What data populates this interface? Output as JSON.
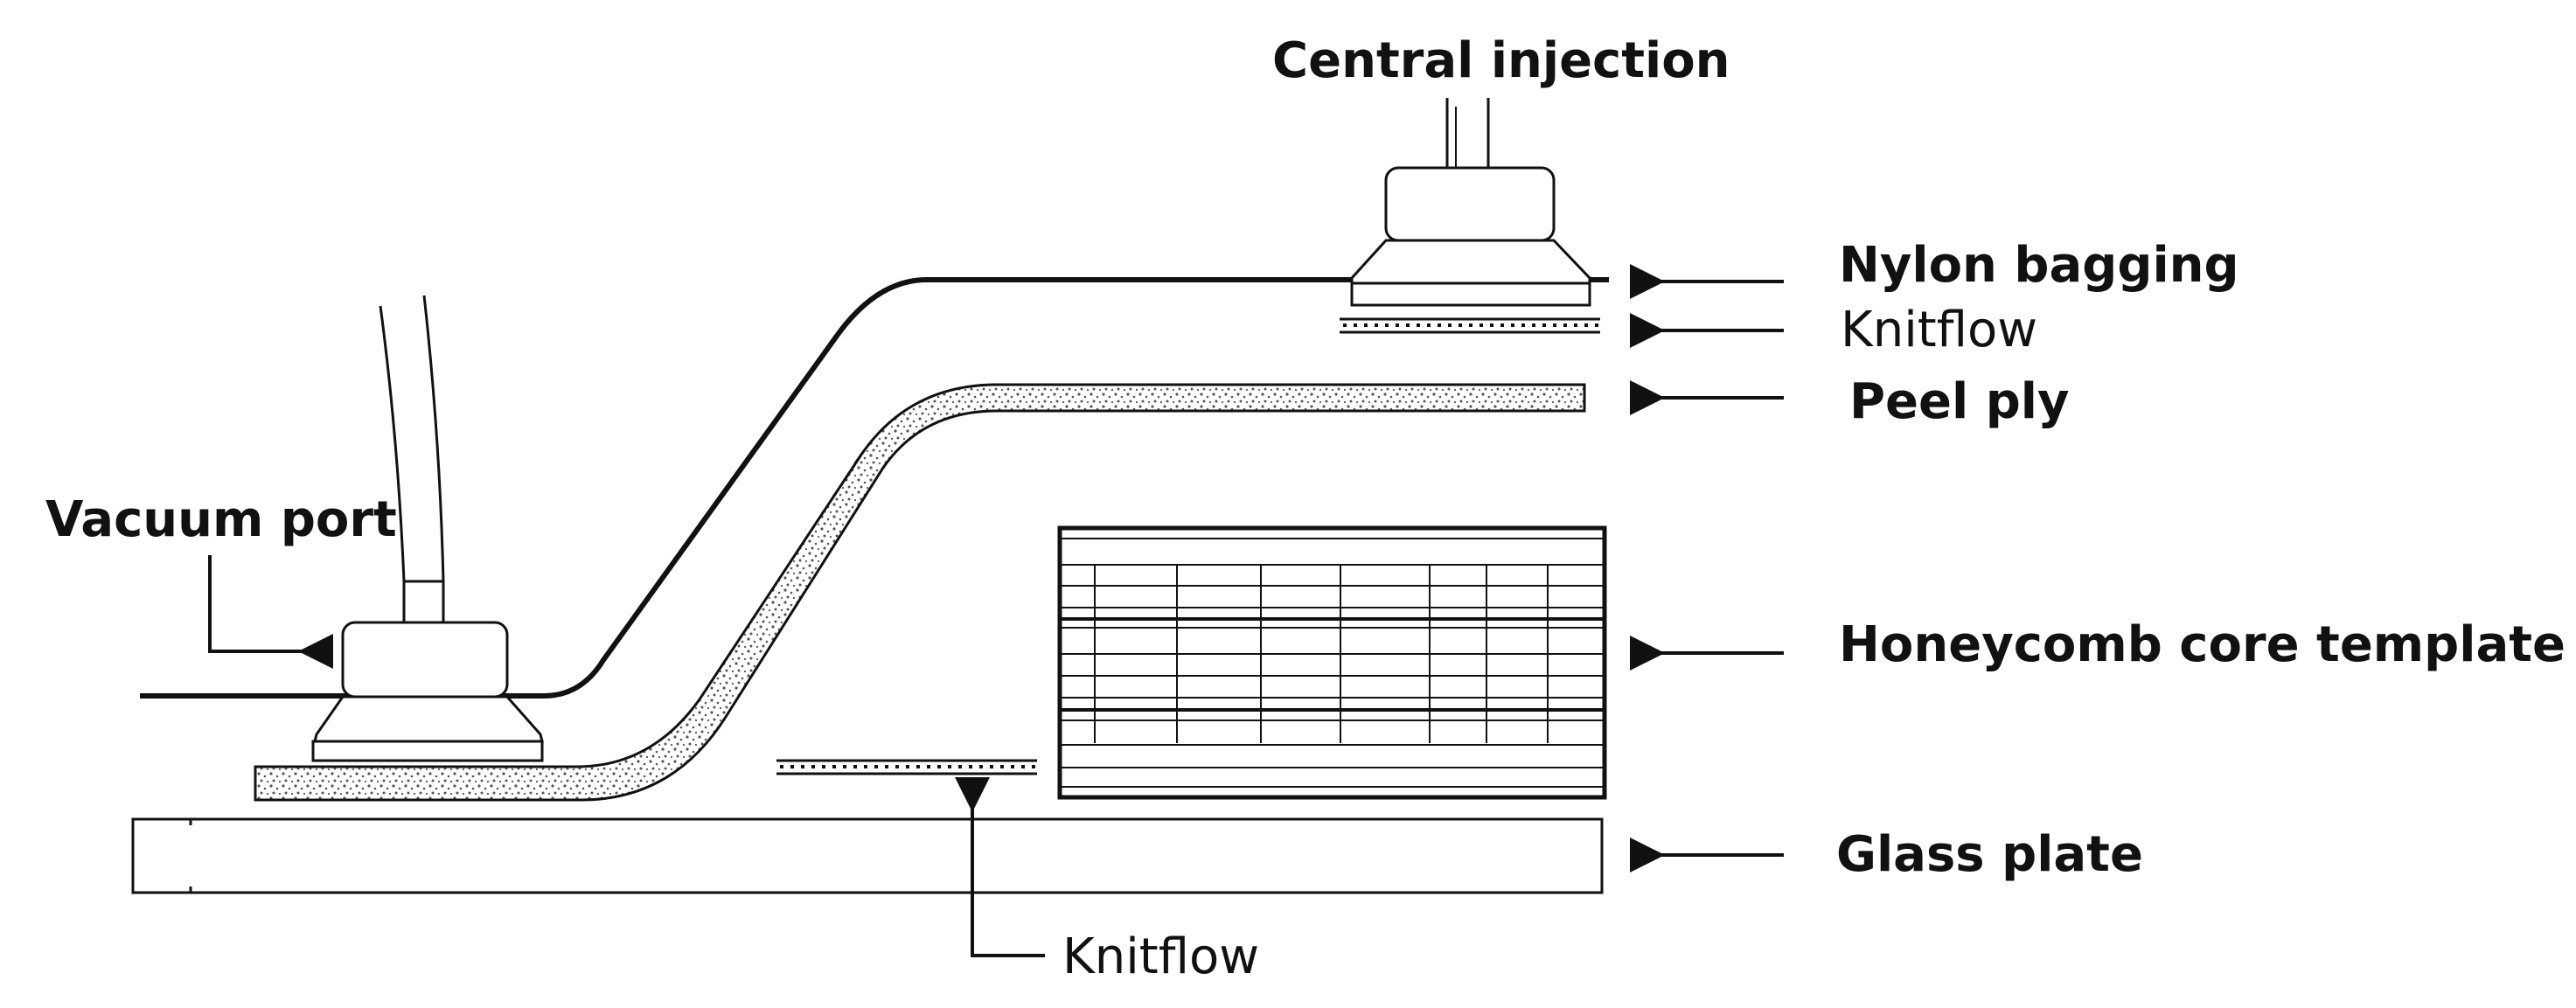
{
  "labels": {
    "central_injection": "Central injection",
    "nylon_bagging": "Nylon bagging",
    "knitflow_top": "Knitflow",
    "peel_ply": "Peel ply",
    "vacuum_port": "Vacuum port",
    "honeycomb_core_template": "Honeycomb core template",
    "glass_plate": "Glass plate",
    "knitflow_bottom": "Knitflow"
  },
  "colors": {
    "line": "#111111",
    "fill": "#ffffff",
    "stipple": "#555555"
  }
}
